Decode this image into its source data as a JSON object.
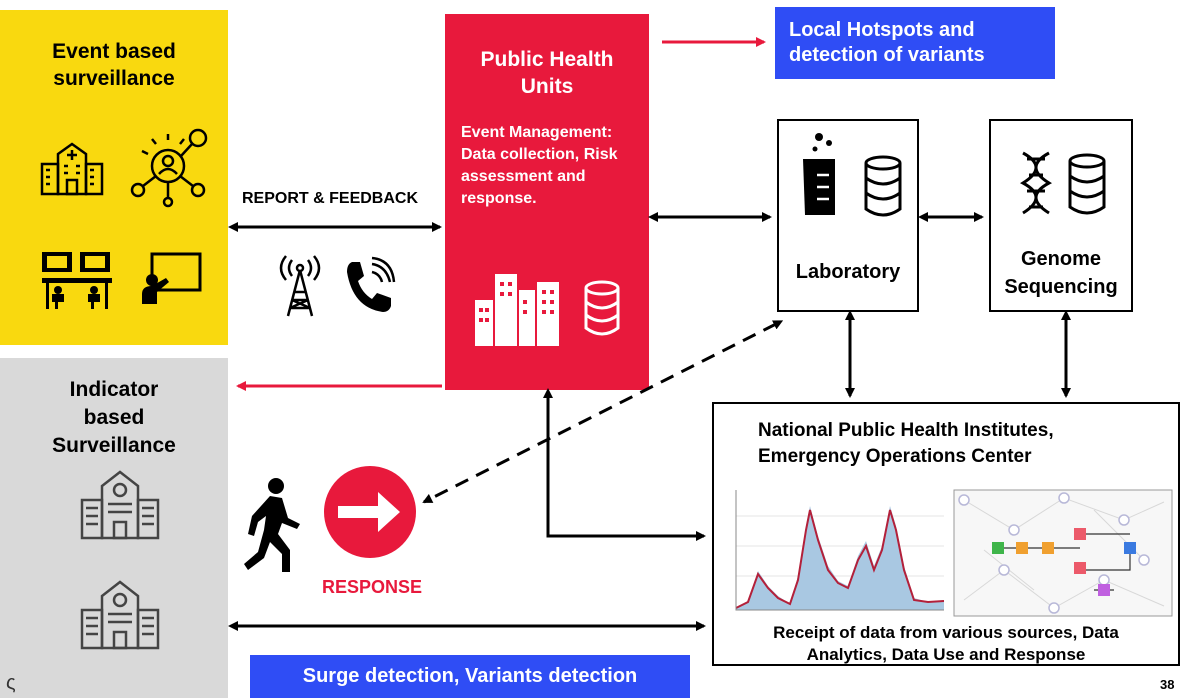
{
  "event_surveillance": {
    "title_line1": "Event based",
    "title_line2": "surveillance"
  },
  "indicator_surveillance": {
    "title_line1": "Indicator",
    "title_line2": "based",
    "title_line3": "Surveillance"
  },
  "report_feedback": {
    "label": "REPORT & FEEDBACK"
  },
  "public_health_units": {
    "title_line1": "Public Health",
    "title_line2": "Units",
    "body_line1": "Event Management:",
    "body_line2": "Data collection, Risk",
    "body_line3": "assessment and",
    "body_line4": "response."
  },
  "hotspots": {
    "line1": "Local Hotspots and",
    "line2": "detection of variants"
  },
  "laboratory": {
    "label": "Laboratory"
  },
  "genome": {
    "line1": "Genome",
    "line2": "Sequencing"
  },
  "national": {
    "title_line1": "National Public Health Institutes,",
    "title_line2": "Emergency Operations Center",
    "footer_line1": "Receipt of data from various sources, Data",
    "footer_line2": "Analytics, Data Use and Response"
  },
  "response": {
    "label": "RESPONSE"
  },
  "surge": {
    "label": "Surge detection, Variants detection"
  },
  "page_number": "38",
  "logo_glyph": "ς",
  "colors": {
    "yellow": "#f9d90f",
    "grey": "#d9d9d9",
    "red": "#e8193c",
    "blue": "#2f4df5"
  },
  "icons": [
    "hospital-icon",
    "network-person-icon",
    "meeting-icon",
    "presentation-icon",
    "radio-tower-icon",
    "phone-icon",
    "buildings-icon",
    "database-icon",
    "beaker-icon",
    "dna-icon",
    "walking-person-icon",
    "arrow-circle-icon"
  ]
}
